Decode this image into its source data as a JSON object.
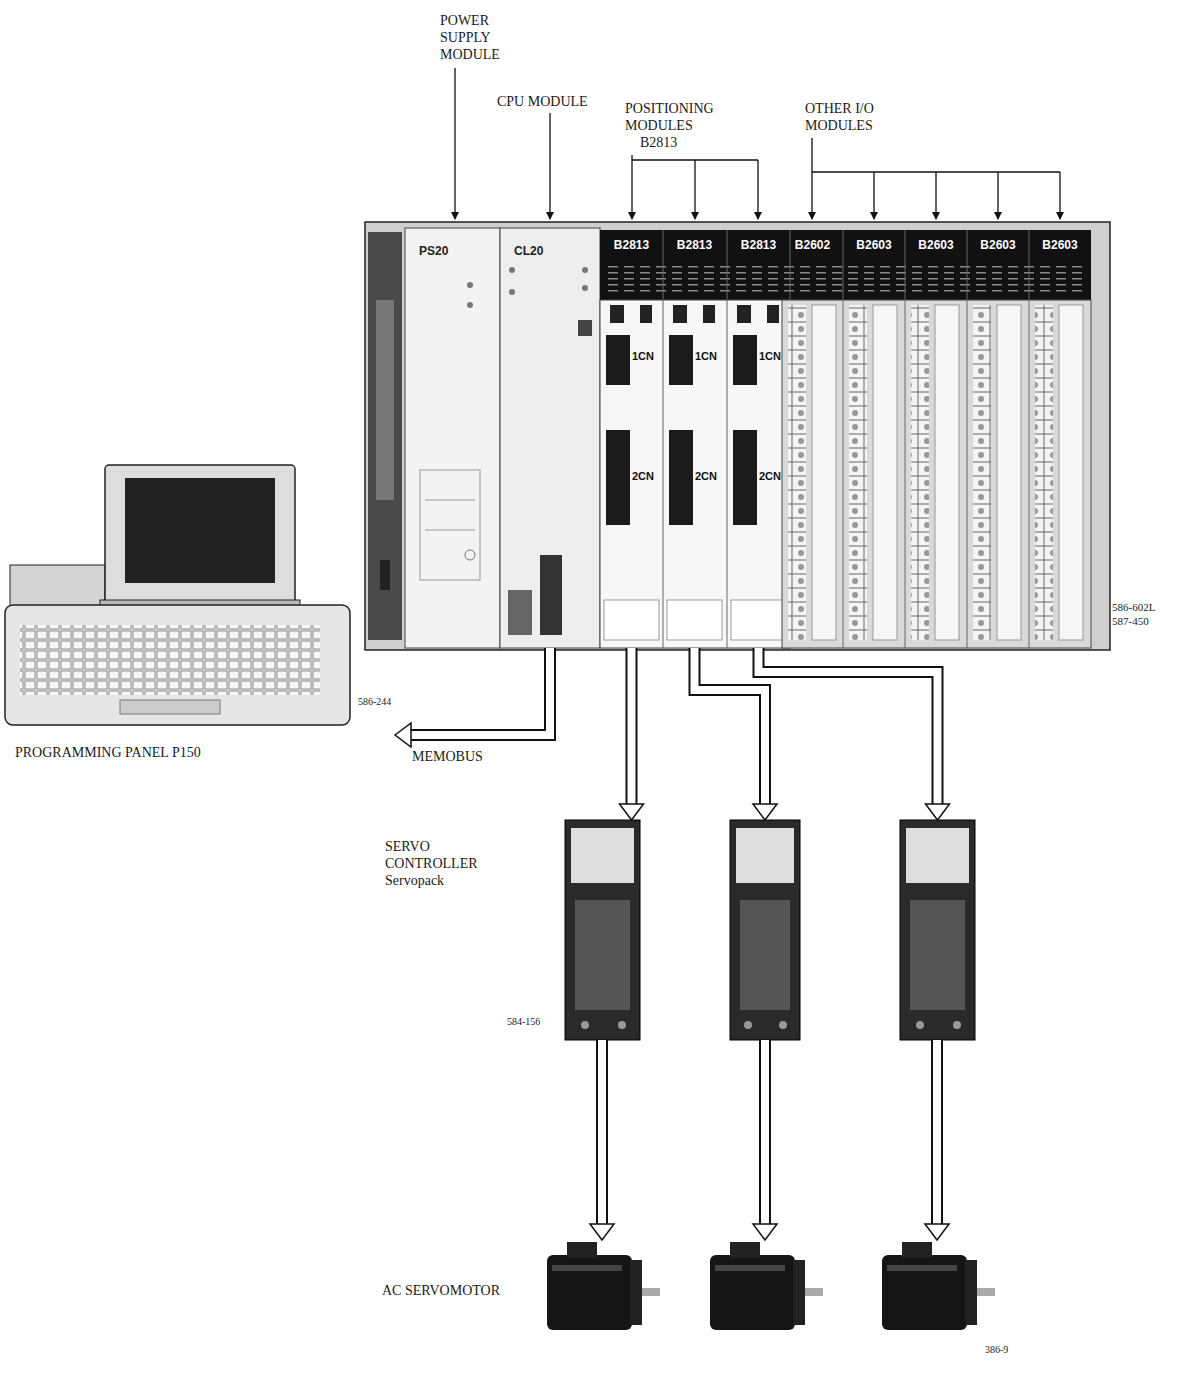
{
  "diagram": {
    "nodes": [
      {
        "text": [
          "586-602L 587-450"
        ]
      },
      {
        "text": [
          "PS20"
        ],
        "in": 0
      },
      {
        "text": [
          "CL20"
        ],
        "in": 0
      },
      {
        "text": [
          "B2813",
          "1CN",
          "2CN"
        ],
        "in": 0
      },
      {
        "text": [
          "B2813",
          "1CN",
          "2CN"
        ],
        "in": 0
      },
      {
        "text": [
          "B2813",
          "1CN",
          "2CN"
        ],
        "in": 0
      },
      {
        "text": [
          "B2602"
        ],
        "in": 0
      },
      {
        "text": [
          "B2603"
        ],
        "in": 0
      },
      {
        "text": [
          "B2603"
        ],
        "in": 0
      },
      {
        "text": [
          "B2603"
        ],
        "in": 0
      },
      {
        "text": [
          "B2603"
        ],
        "in": 0
      },
      {
        "text": [
          "PROGRAMMING PANEL P150",
          "586-244"
        ]
      },
      {
        "text": [
          "SERVO CONTROLLER Servopack",
          "584-156"
        ]
      },
      {
        "text": []
      },
      {
        "text": []
      },
      {
        "text": [
          "AC SERVOMOTOR"
        ]
      },
      {
        "text": []
      },
      {
        "text": [
          "386-9"
        ]
      }
    ],
    "edges": [
      {
        "from": 2,
        "to": 11,
        "label": "MEMOBUS",
        "arrow": "to"
      },
      {
        "from": 3,
        "to": 12,
        "arrow": "to"
      },
      {
        "from": 4,
        "to": 13,
        "arrow": "to"
      },
      {
        "from": 5,
        "to": 14,
        "arrow": "to"
      },
      {
        "from": 12,
        "to": 15,
        "arrow": "to"
      },
      {
        "from": 13,
        "to": 16,
        "arrow": "to"
      },
      {
        "from": 14,
        "to": 17,
        "arrow": "to"
      }
    ],
    "labels": [
      "POWER SUPPLY MODULE",
      "CPU MODULE",
      "POSITIONING MODULES",
      "B2813",
      "OTHER I/O MODULES"
    ]
  }
}
